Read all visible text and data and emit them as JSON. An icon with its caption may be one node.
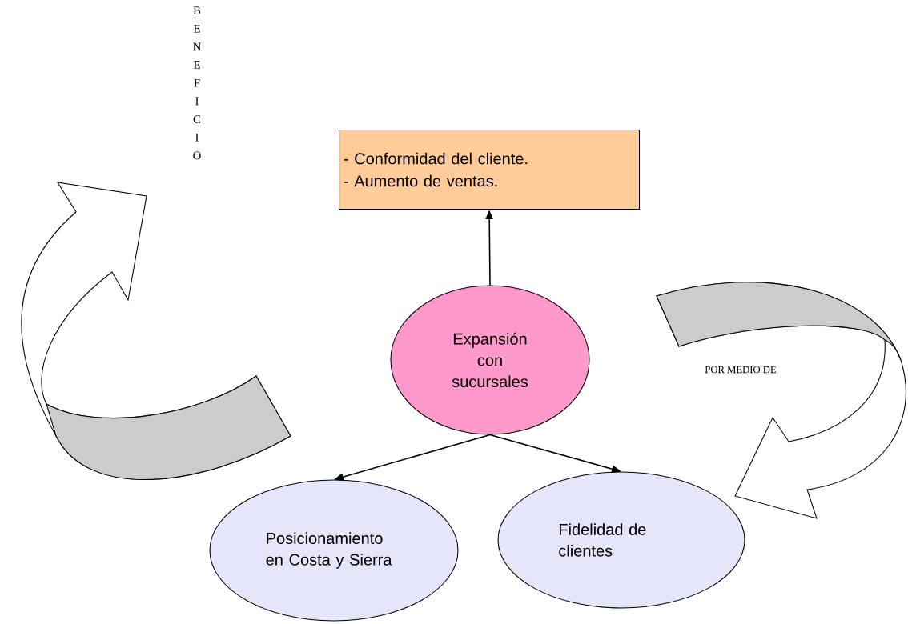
{
  "diagram": {
    "nodes": [
      {
        "text": [
          "- Conformidad del cliente.",
          "- Aumento de ventas."
        ]
      },
      {
        "text": [
          "Expansión con sucursales"
        ]
      },
      {
        "text": [
          "Posicionamiento en Costa y Sierra"
        ]
      },
      {
        "text": [
          "Fidelidad de clientes"
        ]
      }
    ],
    "edges": [
      {
        "from": 1,
        "to": 0,
        "arrow": "to"
      },
      {
        "from": 1,
        "to": 2,
        "arrow": "to"
      },
      {
        "from": 1,
        "to": 3,
        "arrow": "to"
      }
    ],
    "labels": [
      "BENEFICIO",
      "POR MEDIO DE"
    ]
  }
}
